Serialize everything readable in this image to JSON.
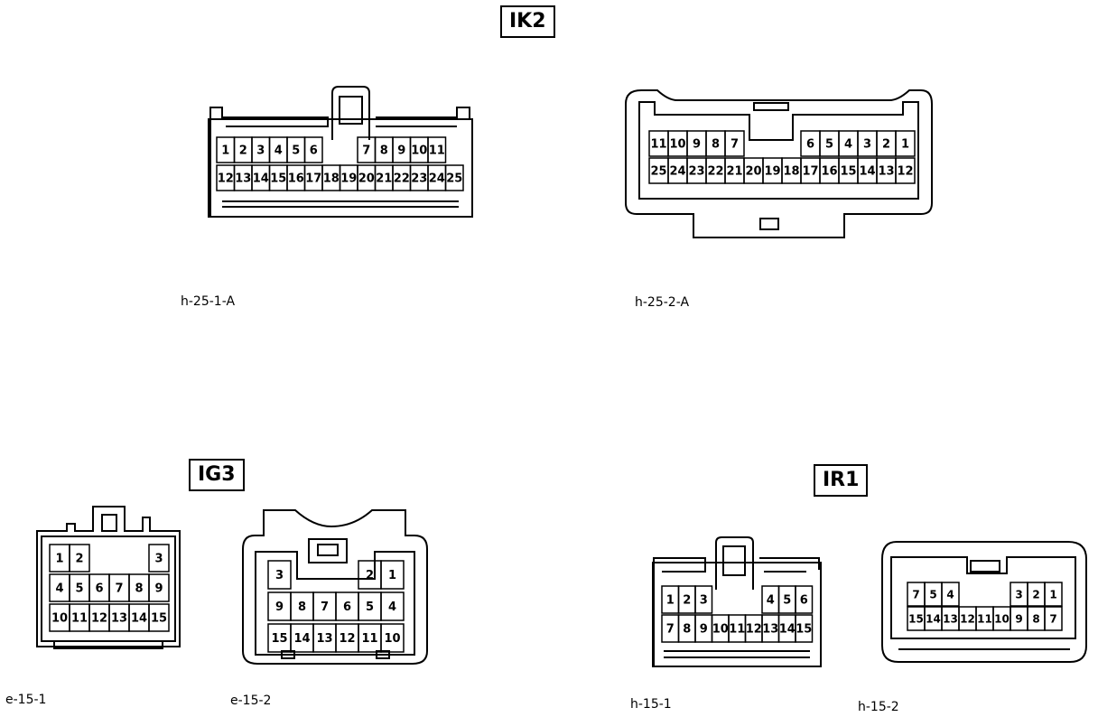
{
  "groups": [
    {
      "id": "ik2",
      "label": "IK2"
    },
    {
      "id": "ig3",
      "label": "IG3"
    },
    {
      "id": "ir1",
      "label": "IR1"
    }
  ],
  "connectors": {
    "h25_1": {
      "code": "h-25-1-A",
      "row1": [
        "1",
        "2",
        "3",
        "4",
        "5",
        "6",
        "",
        "",
        "7",
        "8",
        "9",
        "10",
        "11"
      ],
      "row2": [
        "12",
        "13",
        "14",
        "15",
        "16",
        "17",
        "18",
        "19",
        "20",
        "21",
        "22",
        "23",
        "24",
        "25"
      ]
    },
    "h25_2": {
      "code": "h-25-2-A",
      "row1": [
        "11",
        "10",
        "9",
        "8",
        "7",
        "",
        "",
        "",
        "6",
        "5",
        "4",
        "3",
        "2",
        "1"
      ],
      "row2": [
        "25",
        "24",
        "23",
        "22",
        "21",
        "20",
        "19",
        "18",
        "17",
        "16",
        "15",
        "14",
        "13",
        "12"
      ]
    },
    "e15_1": {
      "code": "e-15-1",
      "row1": [
        "1",
        "2",
        "",
        "",
        "",
        "3"
      ],
      "row2": [
        "4",
        "5",
        "6",
        "7",
        "8",
        "9"
      ],
      "row3": [
        "10",
        "11",
        "12",
        "13",
        "14",
        "15"
      ]
    },
    "e15_2": {
      "code": "e-15-2",
      "row1": [
        "3",
        "",
        "",
        "",
        "2",
        "1"
      ],
      "row2": [
        "9",
        "8",
        "7",
        "6",
        "5",
        "4"
      ],
      "row3": [
        "15",
        "14",
        "13",
        "12",
        "11",
        "10"
      ]
    },
    "h15_1": {
      "code": "h-15-1",
      "row1": [
        "1",
        "2",
        "3",
        "",
        "",
        "",
        "4",
        "5",
        "6"
      ],
      "row2": [
        "7",
        "8",
        "9",
        "10",
        "11",
        "12",
        "13",
        "14",
        "15"
      ]
    },
    "h15_2": {
      "code": "h-15-2",
      "row1": [
        "7",
        "5",
        "4",
        "",
        "",
        "",
        "3",
        "2",
        "1"
      ],
      "row2": [
        "15",
        "14",
        "13",
        "12",
        "11",
        "10",
        "9",
        "8",
        "7"
      ]
    }
  }
}
